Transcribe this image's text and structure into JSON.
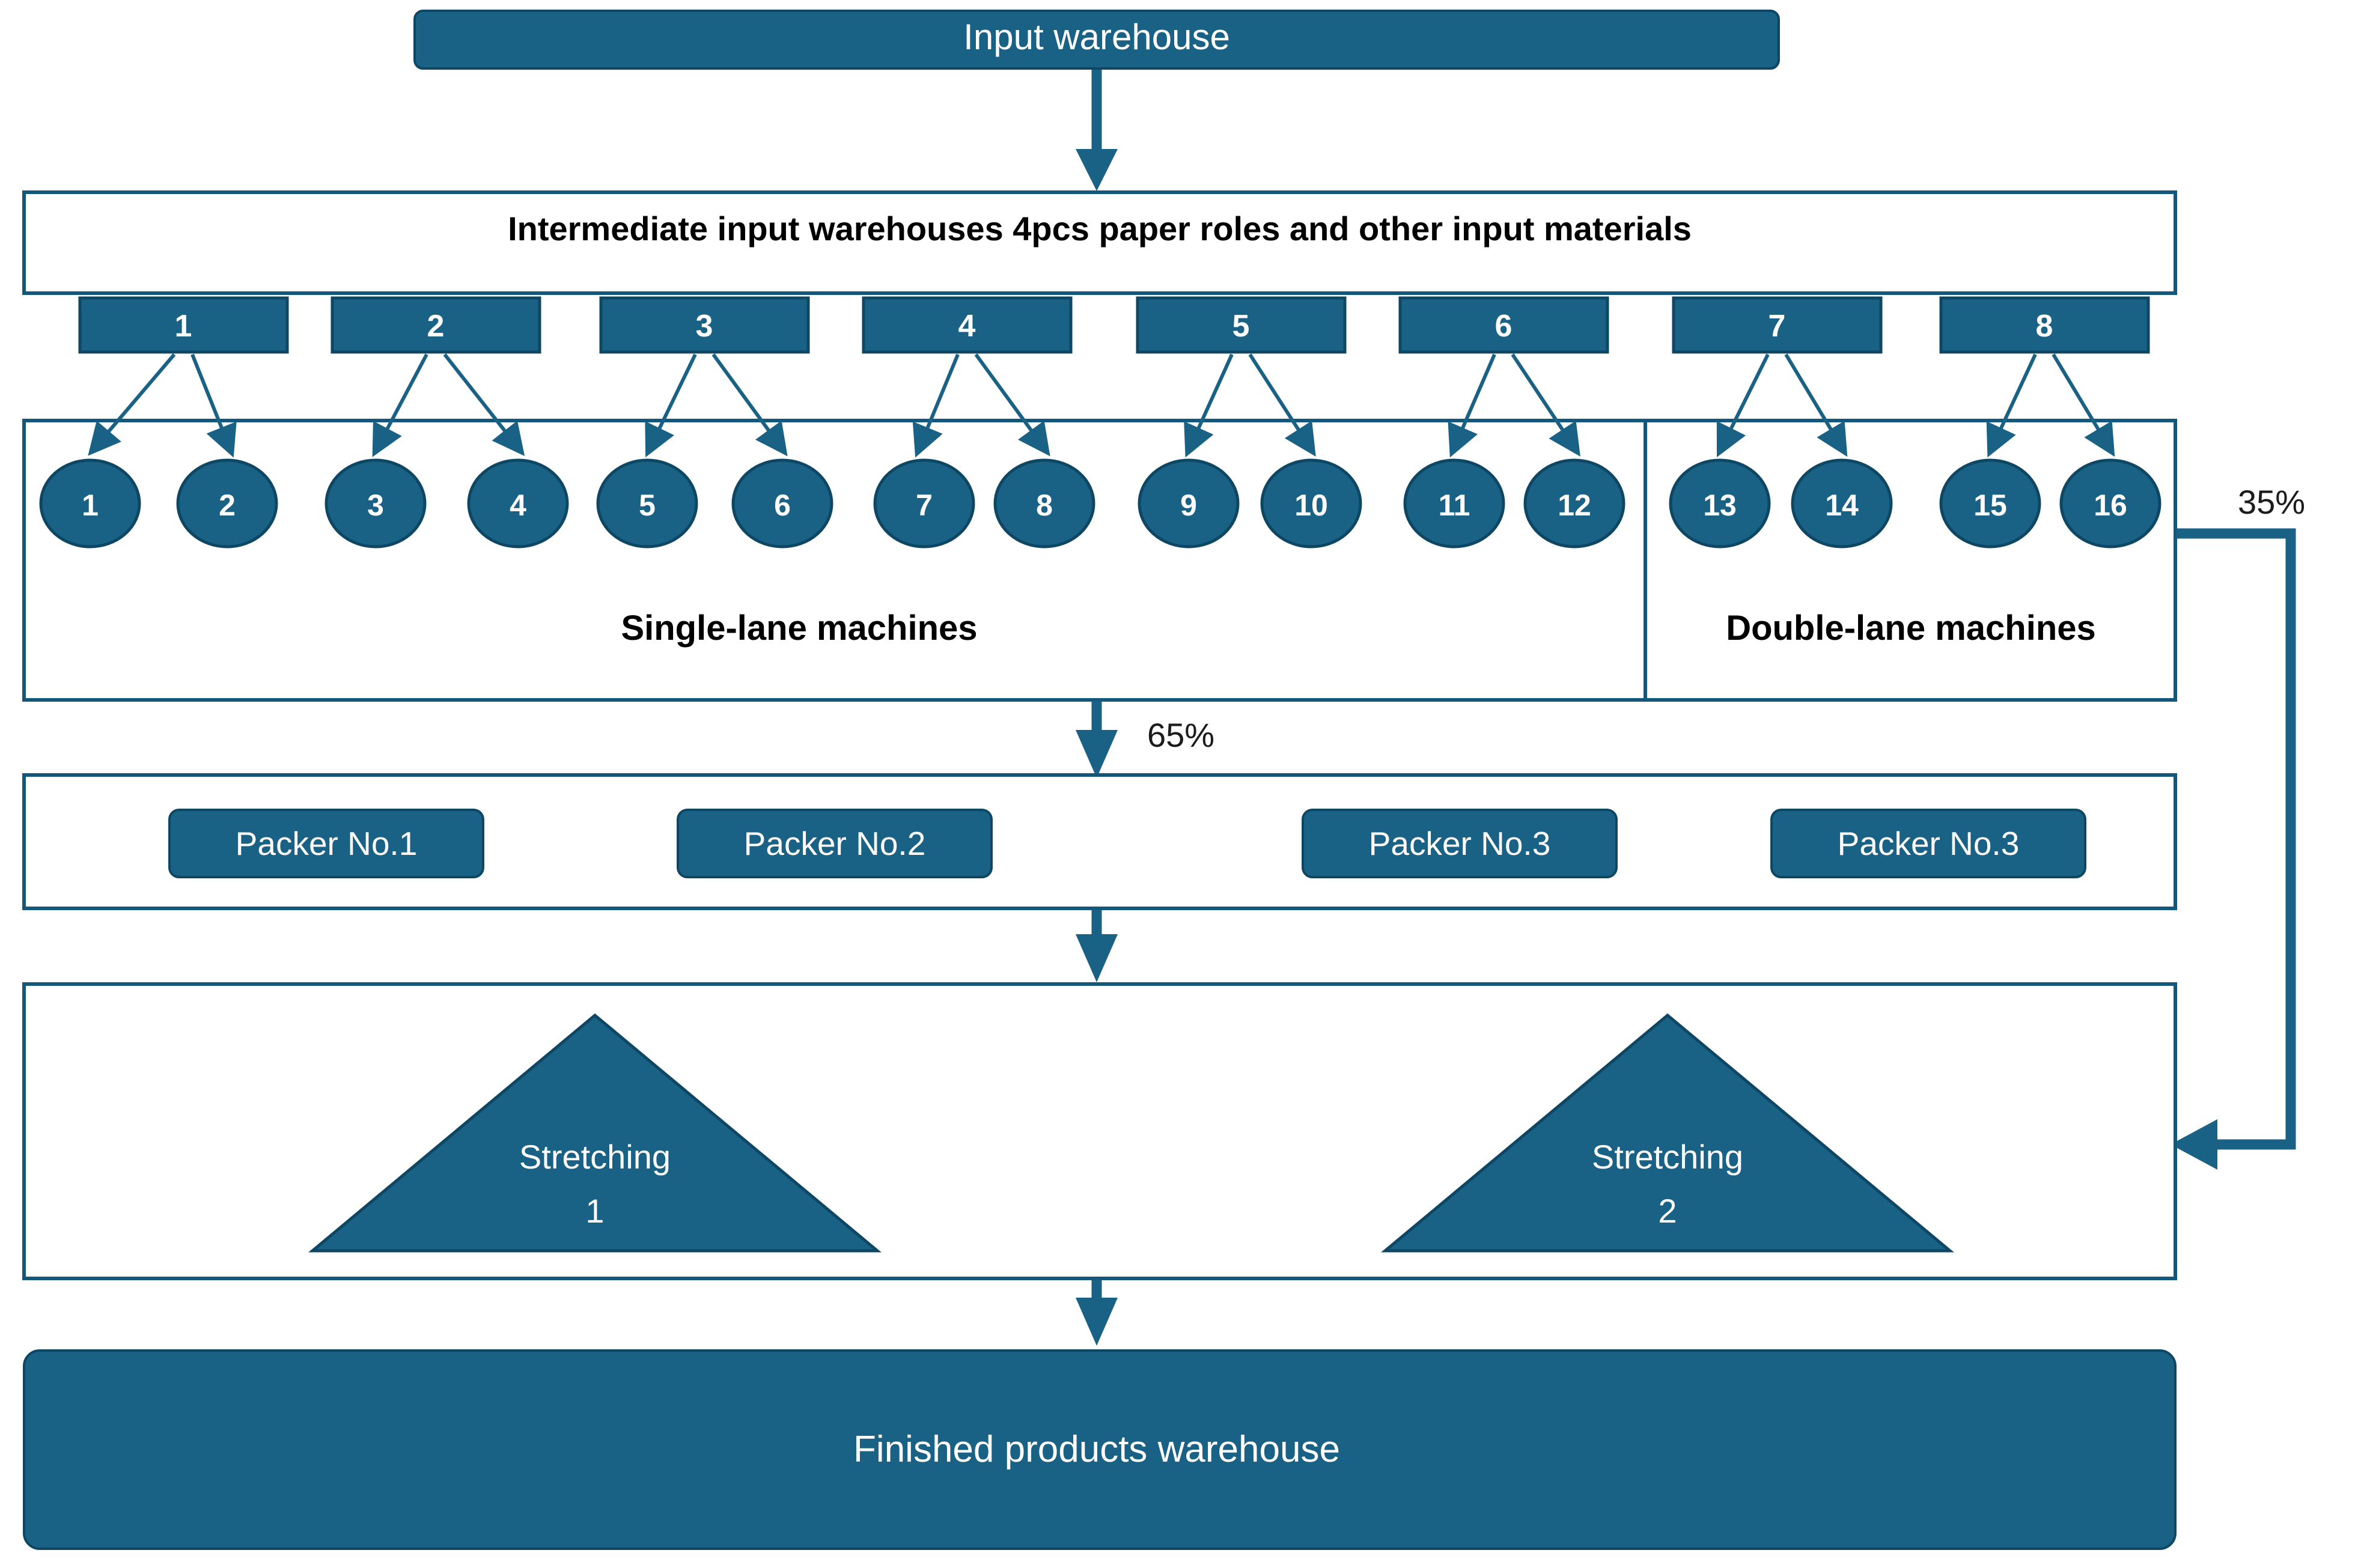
{
  "diagram": {
    "title_top": "Input warehouse",
    "title_bottom": "Finished products warehouse",
    "intermediate_header": "Intermediate input warehouses 4pcs paper roles and other input materials",
    "single_lane_label": "Single-lane machines",
    "double_lane_label": "Double-lane machines",
    "warehouse_boxes": [
      "1",
      "2",
      "3",
      "4",
      "5",
      "6",
      "7",
      "8"
    ],
    "machines": [
      "1",
      "2",
      "3",
      "4",
      "5",
      "6",
      "7",
      "8",
      "9",
      "10",
      "11",
      "12",
      "13",
      "14",
      "15",
      "16"
    ],
    "single_lane_machines": [
      "1",
      "2",
      "3",
      "4",
      "5",
      "6",
      "7",
      "8",
      "9",
      "10",
      "11",
      "12"
    ],
    "double_lane_machines": [
      "13",
      "14",
      "15",
      "16"
    ],
    "packers": [
      "Packer No.1",
      "Packer No.2",
      "Packer No.3",
      "Packer No.3"
    ],
    "stretchers": [
      {
        "name": "Stretching",
        "index": "1"
      },
      {
        "name": "Stretching",
        "index": "2"
      }
    ],
    "flow_labels": {
      "to_packers": "65%",
      "to_stretching": "35%"
    },
    "colors": {
      "fill": "#1a6186",
      "stroke": "#0d4763",
      "container_stroke": "#13587a",
      "arrow": "#1a6186",
      "text_on_fill": "#ffffff",
      "text_dark": "#000000"
    }
  }
}
